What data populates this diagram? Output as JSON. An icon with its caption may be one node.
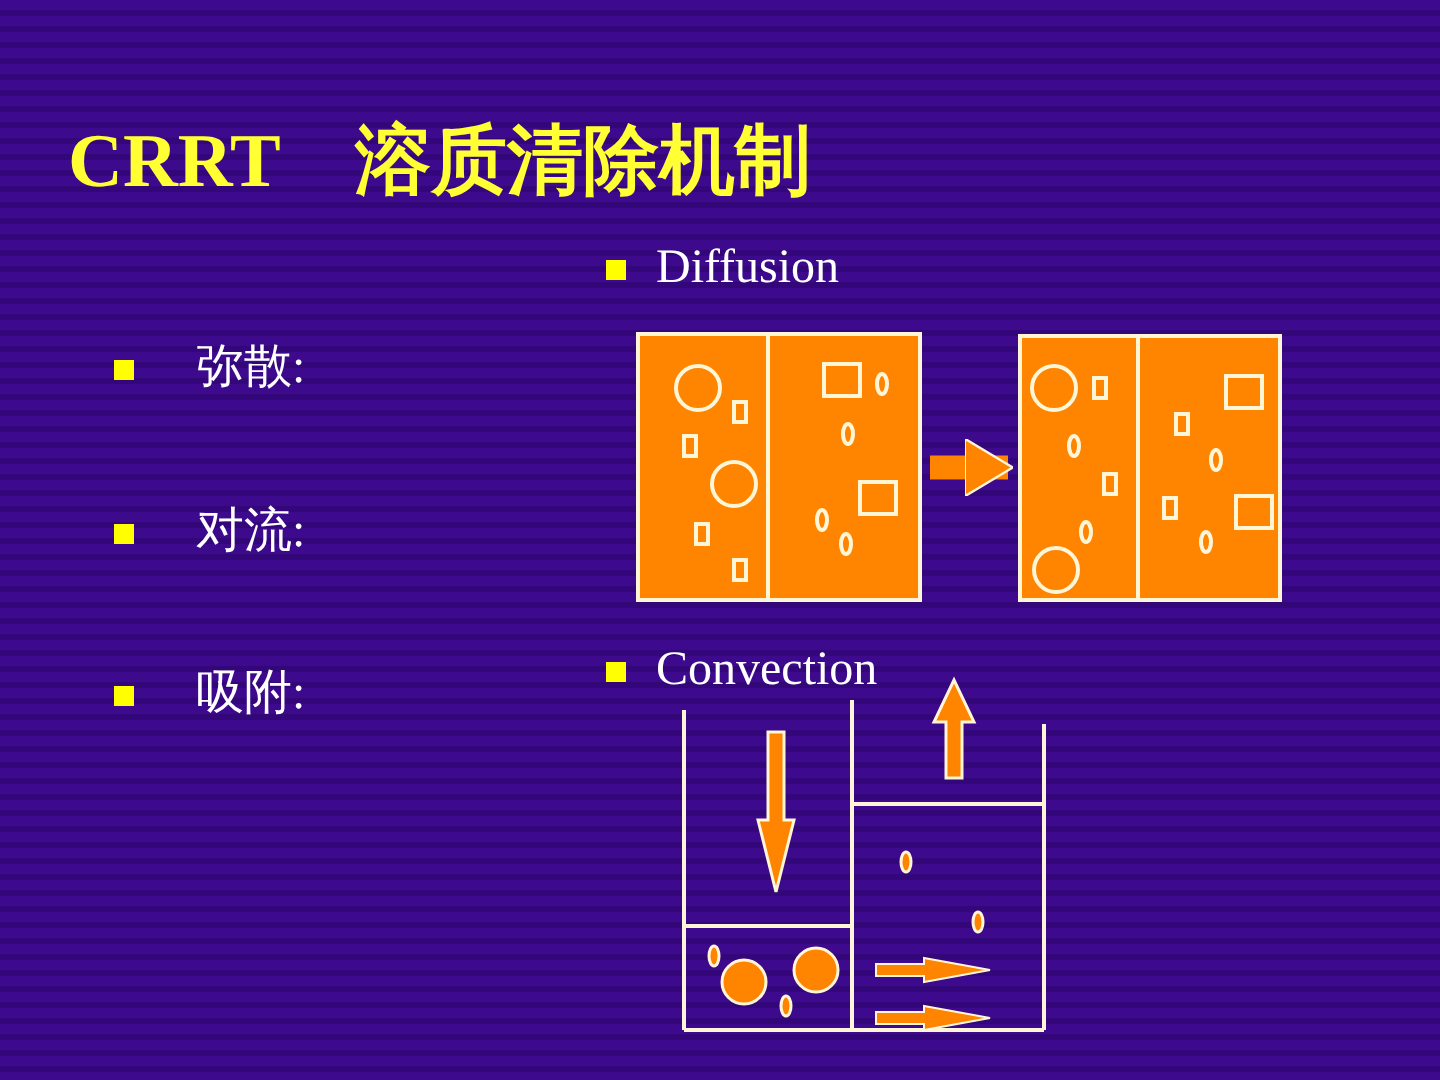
{
  "diagram": {
    "title": "CRRT　溶质清除机制",
    "nodes": [
      {
        "text": [],
        "shape": "box"
      },
      {
        "text": [],
        "shape": "box"
      }
    ],
    "edges": [
      {
        "from": 0,
        "to": 1,
        "arrow": "to"
      }
    ],
    "labels": [
      "Diffusion",
      "弥散:",
      "对流:",
      "吸附:",
      "Convection"
    ]
  }
}
